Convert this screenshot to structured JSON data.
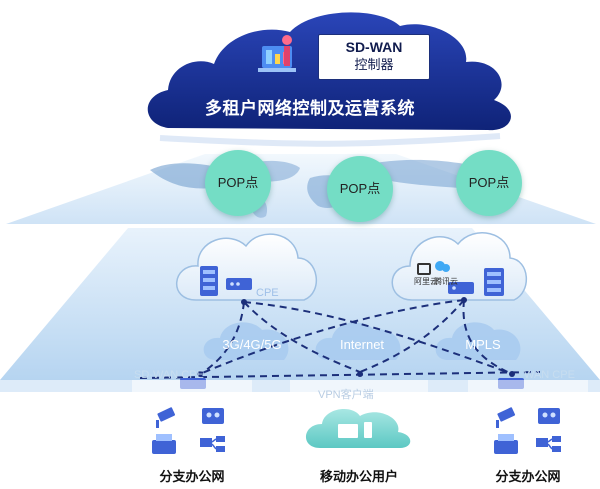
{
  "controller": {
    "title": "SD-WAN",
    "subtitle": "控制器"
  },
  "platform_title": "多租户网络控制及运营系统",
  "pop_nodes": [
    {
      "label": "POP点"
    },
    {
      "label": "POP点"
    },
    {
      "label": "POP点"
    }
  ],
  "links": {
    "mobile": "3G/4G/5G",
    "internet": "Internet",
    "mpls": "MPLS"
  },
  "left_cloud_label": "CPE",
  "cloud_brands": {
    "a": "阿里云",
    "b": "腾讯云"
  },
  "faint_labels": {
    "left_cpe": "SD-WAN CPE",
    "right_cpe": "WAN CPE",
    "vpn_client": "VPN客户端"
  },
  "sites": [
    {
      "label": "分支办公网"
    },
    {
      "label": "移动办公用户"
    },
    {
      "label": "分支办公网"
    }
  ],
  "colors": {
    "navy": "#142a8c",
    "navy_dark": "#0d1c66",
    "pop_green": "#74ddc5",
    "link_bubble": "#a9cbef",
    "icon_blue": "#3f63d6",
    "teal_cloud": "#7fd6d0"
  }
}
